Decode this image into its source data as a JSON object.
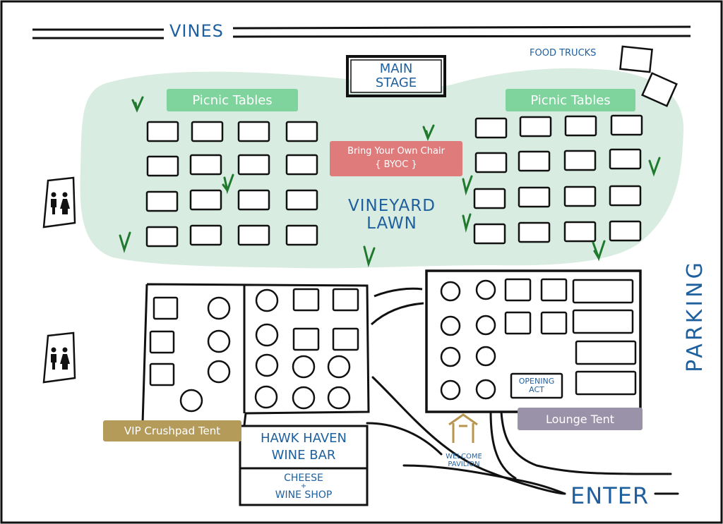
{
  "map": {
    "vines_label": "VINES",
    "food_trucks_label": "FOOD TRUCKS",
    "main_stage": {
      "line1": "MAIN",
      "line2": "STAGE"
    },
    "picnic_left_label": "Picnic Tables",
    "picnic_right_label": "Picnic Tables",
    "byoc": {
      "line1": "Bring Your Own Chair",
      "line2": "{ BYOC }"
    },
    "lawn": {
      "line1": "VINEYARD",
      "line2": "LAWN"
    },
    "parking_label": "PARKING",
    "opening_act": {
      "line1": "OPENING",
      "line2": "ACT"
    },
    "lounge_tent_label": "Lounge Tent",
    "vip_tent_label": "VIP Crushpad Tent",
    "wine_bar": {
      "line1": "HAWK HAVEN",
      "line2": "WINE BAR"
    },
    "cheese_shop": {
      "line1": "CHEESE",
      "line2": "+",
      "line3": "WINE SHOP"
    },
    "welcome": {
      "line1": "WELCOME",
      "line2": "PAVILION"
    },
    "enter_label": "ENTER",
    "colors": {
      "lawn": "#d9ece1",
      "picnic_banner": "#7ed49c",
      "byoc_banner": "#e07b7b",
      "vip_banner": "#b59b5a",
      "lounge_banner": "#9a92a8",
      "text_blue": "#1e5f9e",
      "ink": "#111111",
      "grass": "#1f7a2e",
      "pavilion": "#b8954e"
    },
    "icons": [
      "restroom-icon",
      "grass-icon",
      "pavilion-icon"
    ]
  }
}
